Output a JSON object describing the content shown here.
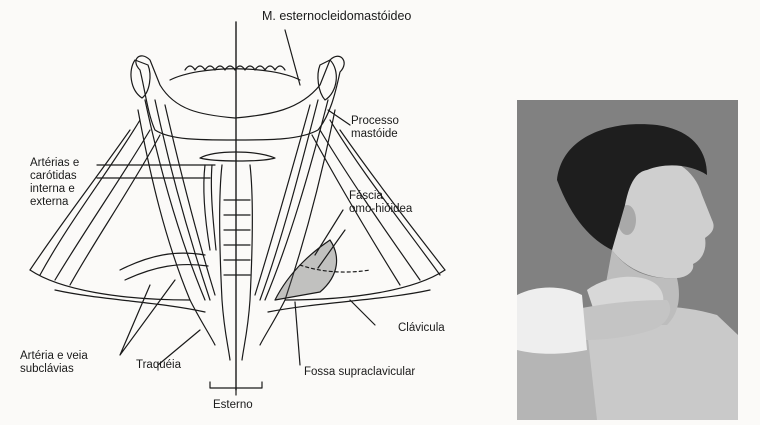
{
  "labels": {
    "sternocleidomastoid": "M. esternocleidomastóideo",
    "mastoid": "Processo\nmastóide",
    "carotids": "Artérias e\ncarótidas\ninterna e\nexterna",
    "omohyoid": "Fáscia\nomo-hióidea",
    "clavicle": "Clávicula",
    "subclavian": "Artéria e veia\nsubclávias",
    "trachea": "Traquéia",
    "supraclavicular": "Fossa supraclavicular",
    "sternum": "Esterno"
  },
  "colors": {
    "ink": "#1a1a1a",
    "paper": "#fbfaf8",
    "photo_bg": "#8e8e8e",
    "skin": "#c9c9c9",
    "hair": "#1e1e1e"
  }
}
